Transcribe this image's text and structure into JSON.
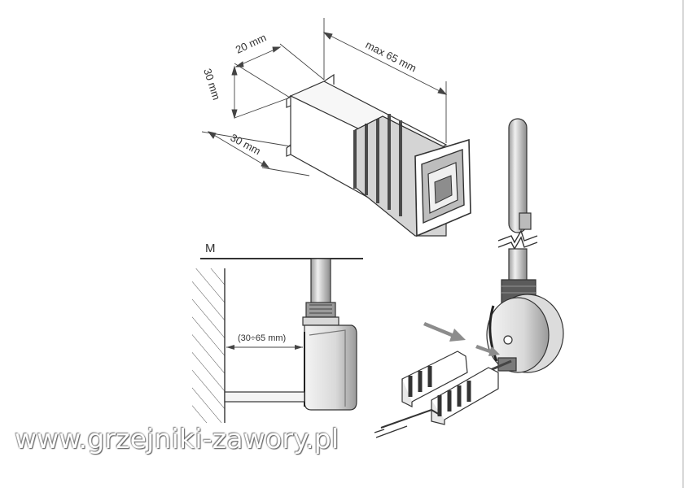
{
  "dimensions": {
    "width_top": "20 mm",
    "height_side": "30 mm",
    "depth_bottom": "30 mm",
    "max_length": "max 65 mm",
    "wall_distance": "(30÷65 mm)"
  },
  "labels": {
    "mount_marker": "M"
  },
  "watermark": {
    "text": "www.grzejniki-zawory.pl"
  },
  "colors": {
    "line": "#333333",
    "shade_dark": "#6b6b6b",
    "shade_mid": "#b0b0b0",
    "shade_light": "#e6e6e6",
    "arrow": "#8c8c8c"
  }
}
